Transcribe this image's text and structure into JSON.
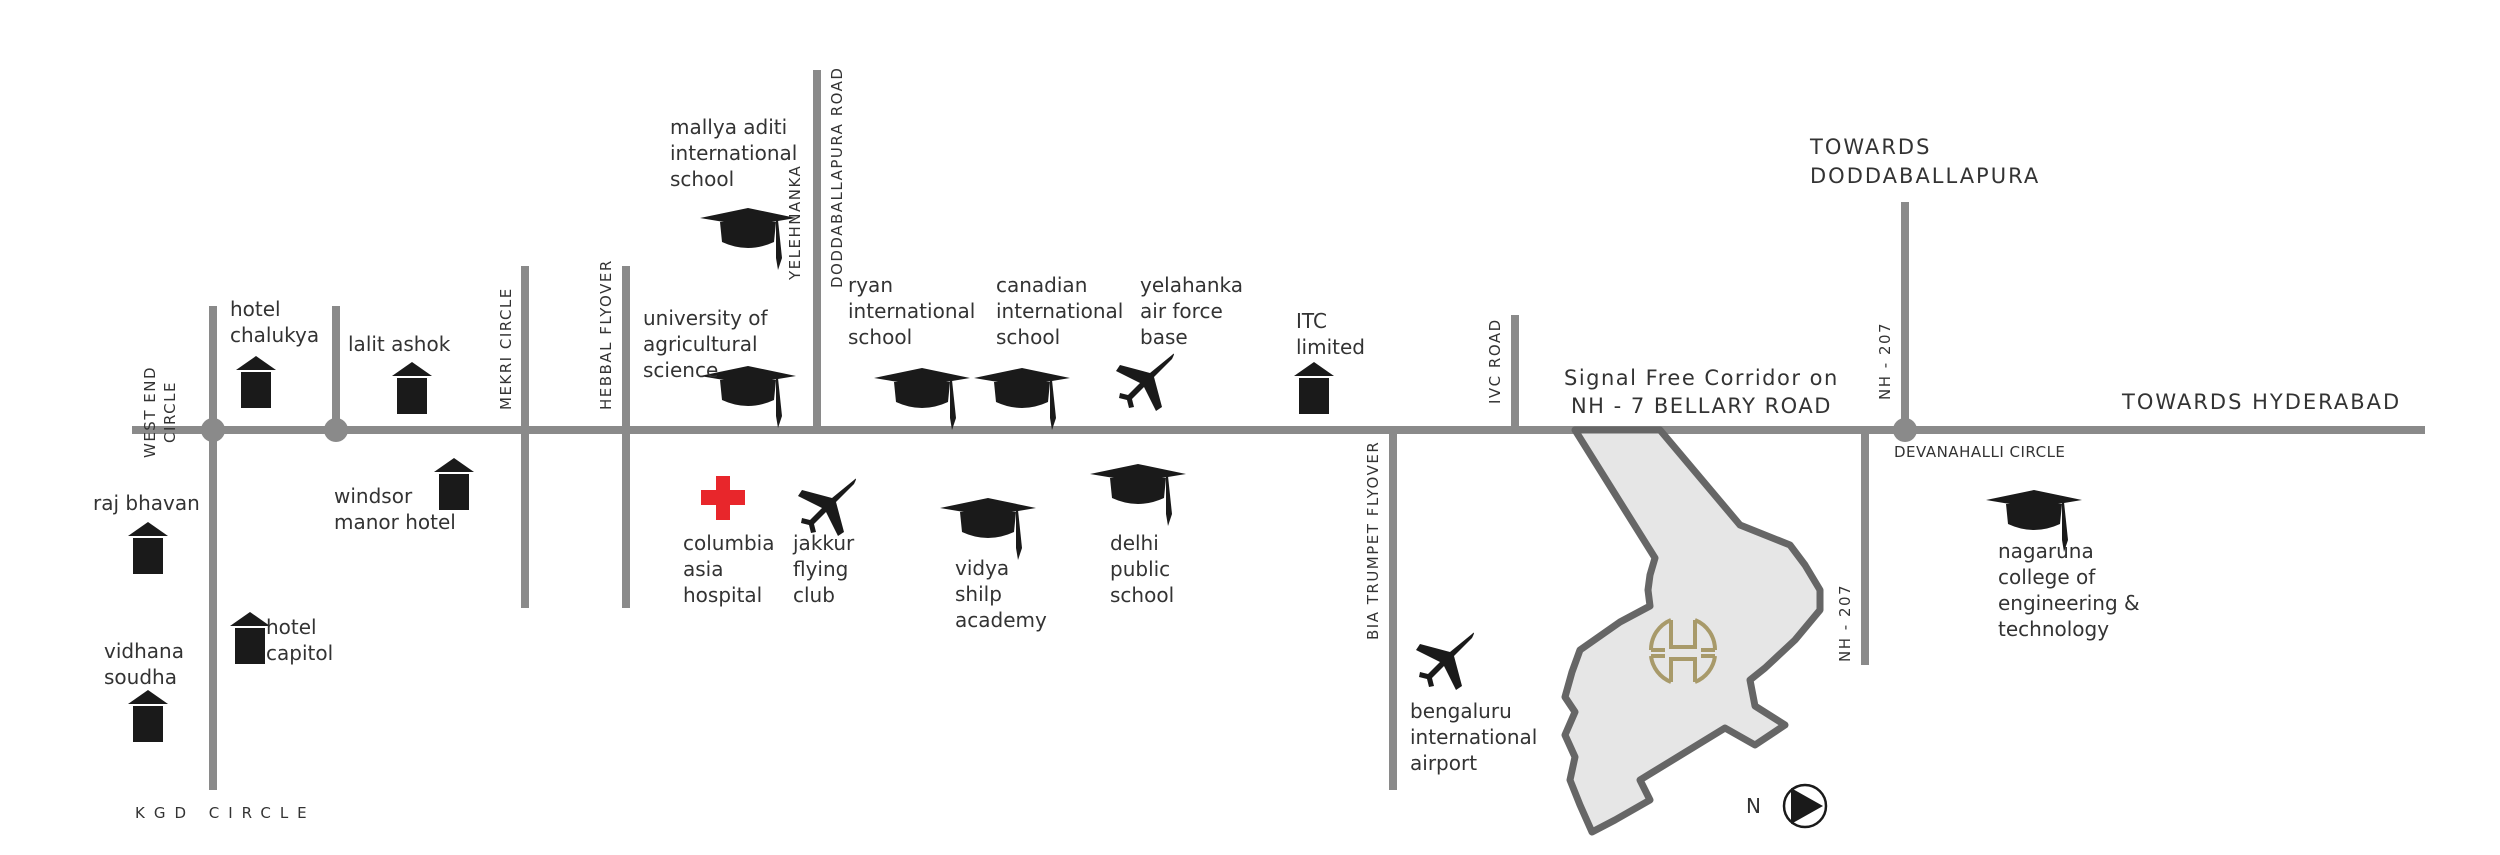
{
  "roads": {
    "kgd_circle": "KGD CIRCLE",
    "west_end_circle": "WEST END\nCIRCLE",
    "mekri_circle": "MEKRI CIRCLE",
    "hebbal_flyover": "HEBBAL FLYOVER",
    "yelehnanka": "YELEHNANKA",
    "doddaballapura_road": "DODDABALLAPURA ROAD",
    "ivc_road": "IVC ROAD",
    "bia_trumpet_flyover": "BIA TRUMPET FLYOVER",
    "nh207_top": "NH - 207",
    "nh207_bottom": "NH - 207",
    "devanahalli_circle": "DEVANAHALLI CIRCLE",
    "towards_doddaballapura": "TOWARDS\nDODDABALLAPURA",
    "towards_hyderabad": "TOWARDS HYDERABAD",
    "corridor": "Signal Free Corridor on\nNH - 7 BELLARY ROAD"
  },
  "landmarks": [
    {
      "id": "raj-bhavan",
      "label": "raj bhavan",
      "icon": "building-icon"
    },
    {
      "id": "vidhana-soudha",
      "label": "vidhana\nsoudha",
      "icon": "building-icon"
    },
    {
      "id": "hotel-chalukya",
      "label": "hotel\nchalukya",
      "icon": "building-icon"
    },
    {
      "id": "hotel-capitol",
      "label": "hotel\ncapitol",
      "icon": "building-icon"
    },
    {
      "id": "lalit-ashok",
      "label": "lalit ashok",
      "icon": "building-icon"
    },
    {
      "id": "windsor-manor-hotel",
      "label": "windsor\nmanor hotel",
      "icon": "building-icon"
    },
    {
      "id": "mallya-aditi",
      "label": "mallya aditi\ninternational\nschool",
      "icon": "graduation-cap-icon"
    },
    {
      "id": "university-agri",
      "label": "university of\nagricultural\nscience",
      "icon": "graduation-cap-icon"
    },
    {
      "id": "columbia-asia",
      "label": "columbia\nasia\nhospital",
      "icon": "hospital-cross-icon"
    },
    {
      "id": "jakkur",
      "label": "jakkur\nflying\nclub",
      "icon": "airplane-icon"
    },
    {
      "id": "ryan",
      "label": "ryan\ninternational\nschool",
      "icon": "graduation-cap-icon"
    },
    {
      "id": "canadian",
      "label": "canadian\ninternational\nschool",
      "icon": "graduation-cap-icon"
    },
    {
      "id": "yelahanka-af",
      "label": "yelahanka\nair force\nbase",
      "icon": "airplane-icon"
    },
    {
      "id": "vidya-shilp",
      "label": "vidya\nshilp\nacademy",
      "icon": "graduation-cap-icon"
    },
    {
      "id": "delhi-public",
      "label": "delhi\npublic\nschool",
      "icon": "graduation-cap-icon"
    },
    {
      "id": "itc",
      "label": "ITC\nlimited",
      "icon": "building-icon"
    },
    {
      "id": "bia",
      "label": "bengaluru\ninternational\nairport",
      "icon": "airplane-icon"
    },
    {
      "id": "nagaruna",
      "label": "nagaruna\ncollege of\nengineering &\ntechnology",
      "icon": "graduation-cap-icon"
    }
  ],
  "compass": {
    "label": "N"
  },
  "colors": {
    "road": "#8a8a8a",
    "site_fill": "#e6e6e6",
    "site_stroke": "#666666",
    "logo": "#a89a6a",
    "hospital": "#e8262b",
    "icon": "#1a1a1a"
  }
}
